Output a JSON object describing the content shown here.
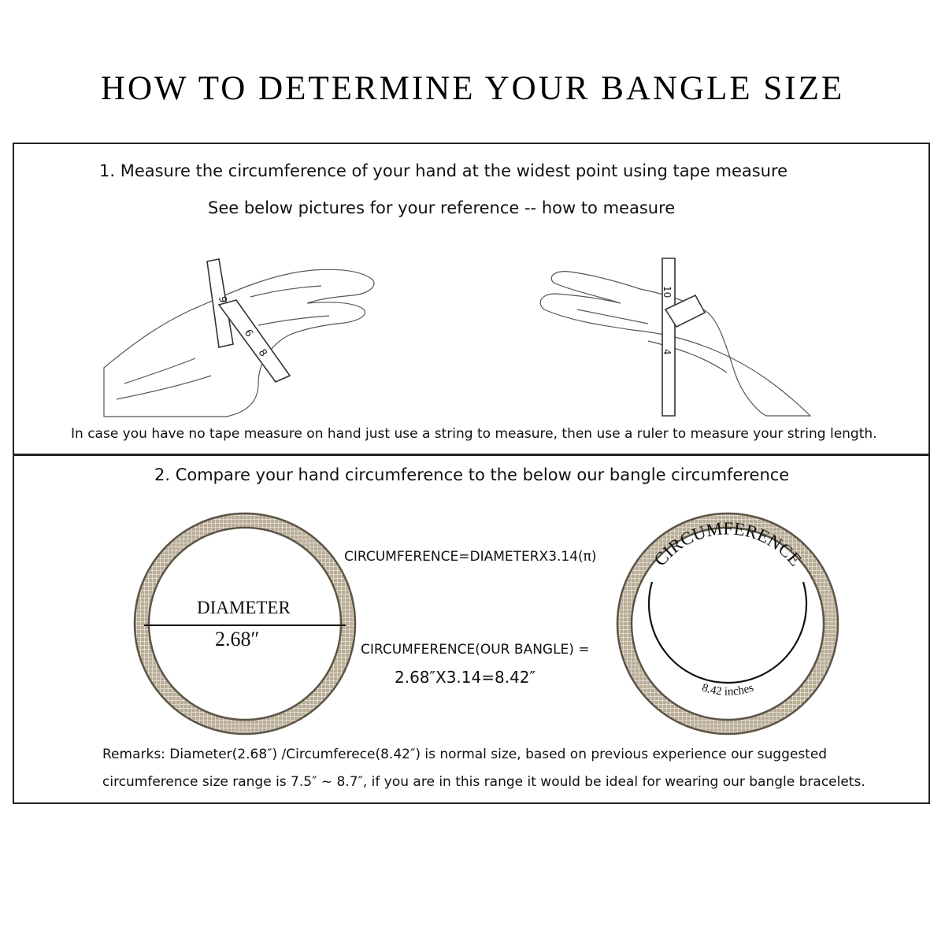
{
  "title": "HOW TO DETERMINE YOUR BANGLE SIZE",
  "step1": {
    "heading": "1. Measure the circumference of your hand at the widest point using tape measure",
    "subheading": "See below pictures for your reference -- how to measure",
    "note": "In case you have no tape measure on hand just use a string to measure, then use a ruler to measure your string length."
  },
  "step2": {
    "heading": "2. Compare your hand circumference to the below our bangle circumference",
    "formula": "CIRCUMFERENCE=DIAMETERX3.14(π)",
    "formula_label": "CIRCUMFERENCE(OUR BANGLE) =",
    "formula_result": "2.68″X3.14=8.42″",
    "diameter_label": "DIAMETER",
    "diameter_value": "2.68″",
    "circumference_label": "CIRCUMFERENCE",
    "circumference_value": "8.42 inches",
    "remarks_line1": "Remarks: Diameter(2.68″) /Circumferece(8.42″) is normal size, based on previous experience our suggested",
    "remarks_line2": "circumference size range is 7.5″ ~ 8.7″, if you are in this range it would be ideal for wearing our bangle bracelets."
  },
  "colors": {
    "ring_fill": "#b9ad98",
    "ring_grid": "#f4f0e8",
    "border": "#222222"
  },
  "icons": [
    "hand-sketch-icon",
    "bangle-diagram-icon"
  ]
}
